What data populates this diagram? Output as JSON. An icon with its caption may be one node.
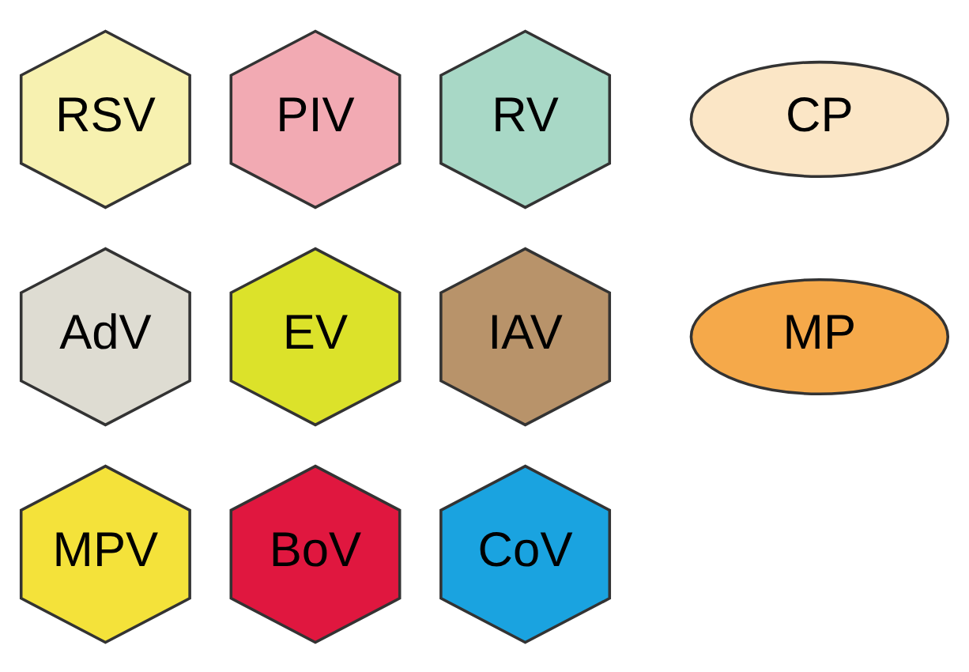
{
  "diagram": {
    "nodes": [
      {
        "text": [
          "RSV"
        ]
      },
      {
        "text": [
          "PIV"
        ]
      },
      {
        "text": [
          "RV"
        ]
      },
      {
        "text": [
          "CP"
        ]
      },
      {
        "text": [
          "AdV"
        ]
      },
      {
        "text": [
          "EV"
        ]
      },
      {
        "text": [
          "IAV"
        ]
      },
      {
        "text": [
          "MP"
        ]
      },
      {
        "text": [
          "MPV"
        ]
      },
      {
        "text": [
          "BoV"
        ]
      },
      {
        "text": [
          "CoV"
        ]
      }
    ]
  }
}
